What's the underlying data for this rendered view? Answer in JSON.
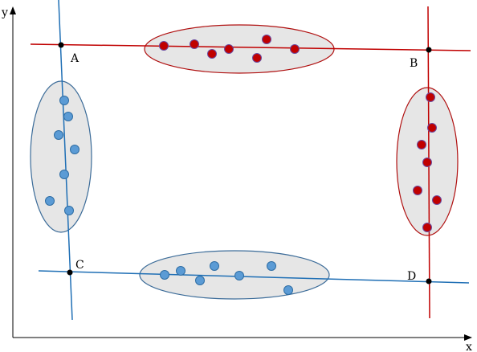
{
  "axes": {
    "x_label": "x",
    "y_label": "y"
  },
  "points": {
    "a": "A",
    "b": "B",
    "c": "C",
    "d": "D"
  },
  "colors": {
    "red_stroke": "#c00000",
    "red_fill": "#c00000",
    "blue_stroke": "#1f6fb5",
    "blue_fill": "#5b9bd5",
    "blue_dot_stroke": "#2e6da4",
    "ellipse_fill": "#e6e6e6",
    "ellipse_red_stroke": "#b01010",
    "ellipse_blue_stroke": "#3c6c99",
    "axis": "#000000"
  }
}
